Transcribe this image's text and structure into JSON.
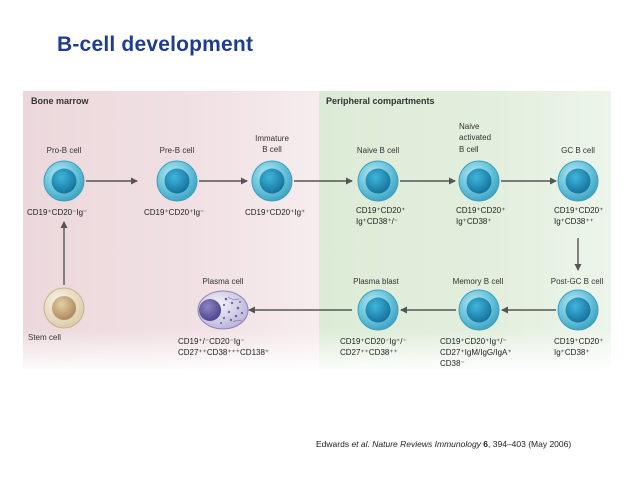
{
  "title": "B-cell development",
  "regions": {
    "bone_marrow": "Bone marrow",
    "peripheral": "Peripheral compartments"
  },
  "cells": {
    "pro_b": {
      "name": "Pro-B cell",
      "markers": "CD19⁺CD20⁻Ig⁻"
    },
    "pre_b": {
      "name": "Pre-B cell",
      "markers": "CD19⁺CD20⁺Ig⁻"
    },
    "immature_b": {
      "name_line1": "Immature",
      "name_line2": "B cell",
      "markers": "CD19⁺CD20⁺Ig⁺"
    },
    "naive_b": {
      "name": "Naive B cell",
      "markers_line1": "CD19⁺CD20⁺",
      "markers_line2": "Ig⁺CD38⁺/⁻"
    },
    "naive_activated_b": {
      "name_line1": "Naive",
      "name_line2": "activated",
      "name_line3": "B cell",
      "markers_line1": "CD19⁺CD20⁺",
      "markers_line2": "Ig⁺CD38⁺"
    },
    "gc_b": {
      "name": "GC B cell",
      "markers_line1": "CD19⁺CD20⁺",
      "markers_line2": "Ig⁺CD38⁺⁺"
    },
    "post_gc_b": {
      "name": "Post-GC B cell",
      "markers_line1": "CD19⁺CD20⁺",
      "markers_line2": "Ig⁺CD38⁺"
    },
    "memory_b": {
      "name": "Memory B cell",
      "markers_line1": "CD19⁺CD20⁺Ig⁺/⁻",
      "markers_line2": "CD27⁺IgM/IgG/IgA⁺",
      "markers_line3": "CD38⁻"
    },
    "plasma_blast": {
      "name": "Plasma blast",
      "markers_line1": "CD19⁺CD20⁻Ig⁺/⁻",
      "markers_line2": "CD27⁺⁺CD38⁺⁺"
    },
    "plasma_cell": {
      "name": "Plasma cell",
      "markers_line1": "CD19⁺/⁻CD20⁻Ig⁻",
      "markers_line2": "CD27⁺⁺CD38⁺⁺⁺CD138⁺"
    },
    "stem_cell": {
      "name": "Stem cell"
    }
  },
  "citation": {
    "authors": "Edwards",
    "etal": "et al.",
    "journal": "Nature Reviews Immunology",
    "volume": "6",
    "rest": ", 394–403 (May 2006)"
  },
  "colors": {
    "title": "#1f3d8f",
    "cell_outer": "#5fc0d8",
    "cell_inner": "#1c8fb8",
    "stem_outer": "#efe4cc",
    "stem_inner": "#c8a878",
    "plasma_outer": "#e6e4f2",
    "plasma_inner": "#6a5fa8",
    "arrow": "#555555"
  }
}
